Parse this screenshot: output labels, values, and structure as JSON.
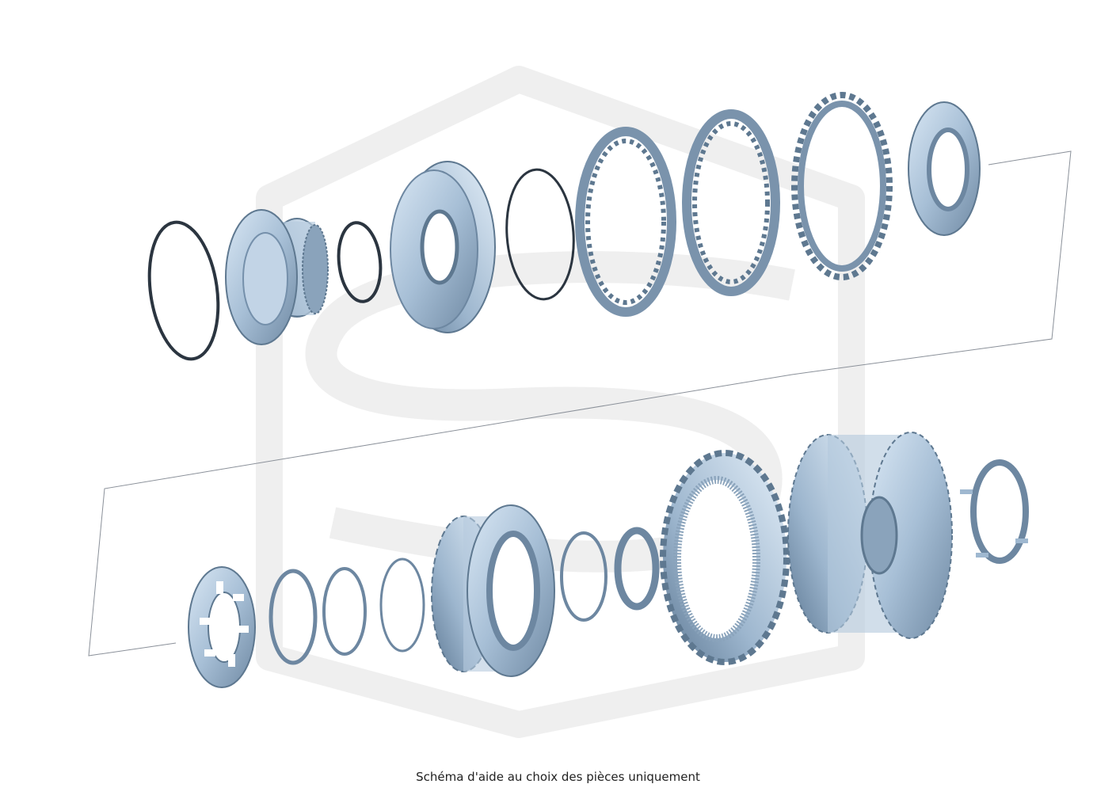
{
  "caption": "Schéma d'aide au choix des pièces uniquement",
  "colors": {
    "part_light": "#cfe0f0",
    "part_mid": "#9fb8d0",
    "part_dark": "#5e7890",
    "ring_dark": "#2b3540",
    "outline": "#8a9099",
    "watermark": "#f1f1f1"
  },
  "watermark_icon": "shield-logo-icon",
  "parts_upper": [
    "snap-ring",
    "piston-housing",
    "snap-ring",
    "clutch-piston",
    "snap-ring",
    "steel-plate",
    "friction-plate",
    "steel-plate",
    "backing-plate"
  ],
  "parts_lower": [
    "slotted-washer",
    "snap-ring",
    "snap-ring",
    "wave-spring",
    "clutch-drum",
    "snap-ring",
    "thrust-washer",
    "ring-gear",
    "planetary-carrier",
    "retainer-plate"
  ]
}
